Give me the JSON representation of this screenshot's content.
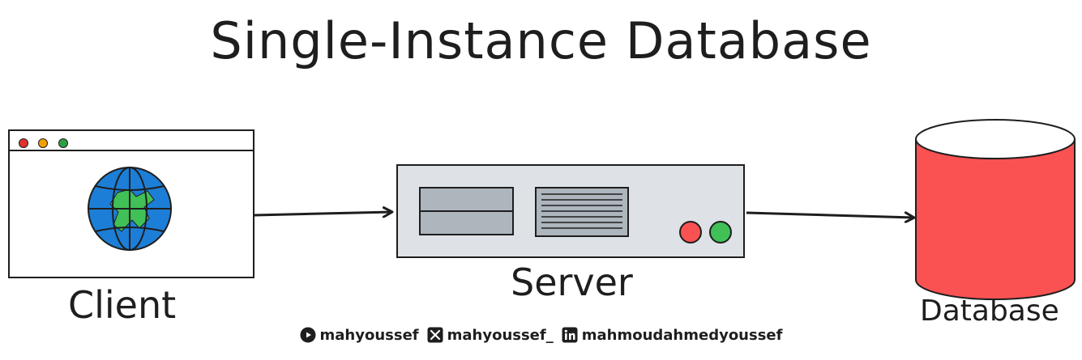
{
  "title": "Single-Instance Database",
  "nodes": {
    "client": "Client",
    "server": "Server",
    "database": "Database"
  },
  "footer": {
    "youtube_handle": "mahyoussef",
    "x_handle": "mahyoussef_",
    "linkedin_handle": "mahmoudahmedyoussef"
  },
  "colors": {
    "stroke": "#1e1e1e",
    "window_dot_red": "#e03131",
    "window_dot_yellow": "#f59f00",
    "window_dot_green": "#2f9e44",
    "globe_ocean": "#1c7ed6",
    "globe_land": "#40c057",
    "server_body": "#dee2e6",
    "server_bay": "#adb5bd",
    "server_light_red": "#e03131",
    "server_light_green": "#2f9e44",
    "database_fill": "#fa5252"
  },
  "icons": [
    "browser-window-icon",
    "globe-icon",
    "server-icon",
    "database-cylinder-icon",
    "youtube-icon",
    "x-icon",
    "linkedin-icon"
  ]
}
